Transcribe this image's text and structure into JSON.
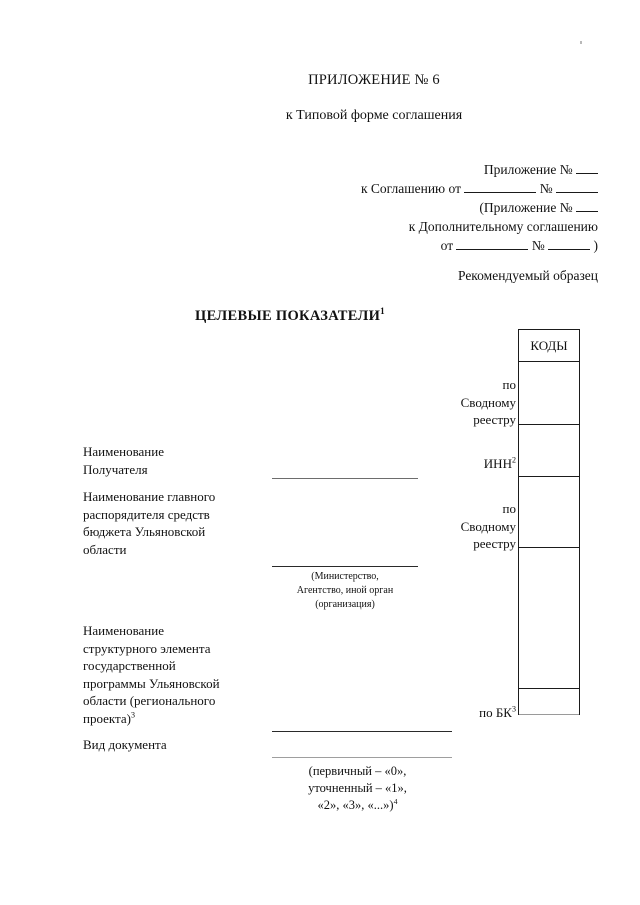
{
  "header": {
    "appendix_title": "ПРИЛОЖЕНИЕ № 6",
    "appendix_subtitle": "к Типовой форме соглашения",
    "ref_line_1_prefix": "Приложение  №",
    "ref_line_2_prefix": "к Соглашению от",
    "ref_line_2_mid": "№",
    "ref_line_3_prefix": "(Приложение №",
    "ref_line_4": "к Дополнительному соглашению",
    "ref_line_5_prefix": "от",
    "ref_line_5_mid": "№",
    "ref_line_5_suffix": ")",
    "recommended_sample": "Рекомендуемый образец"
  },
  "document": {
    "title": "ЦЕЛЕВЫЕ ПОКАЗАТЕЛИ",
    "title_footnote": "1"
  },
  "codes_table": {
    "header_label": "КОДЫ",
    "rows": [
      {
        "value": ""
      },
      {
        "value": ""
      },
      {
        "value": ""
      },
      {
        "value": ""
      },
      {
        "value": ""
      }
    ]
  },
  "fields": {
    "recipient_label": "Наименование\nПолучателя",
    "recipient_label_line1": "Наименование",
    "recipient_label_line2": "Получателя",
    "manager_label_line1": "Наименование главного",
    "manager_label_line2": "распорядителя средств",
    "manager_label_line3": "бюджета Ульяновской",
    "manager_label_line4": "области",
    "manager_note_line1": "(Министерство,",
    "manager_note_line2": "Агентство,  иной орган",
    "manager_note_line3": "(организация)",
    "structural_label_line1": "Наименование",
    "structural_label_line2": "структурного элемента",
    "structural_label_line3": "государственной",
    "structural_label_line4": "программы Ульяновской",
    "structural_label_line5": "области (регионального",
    "structural_label_line6": "проекта)",
    "structural_footnote": "3",
    "doctype_label": "Вид документа",
    "doctype_note_line1": "(первичный – «0»,",
    "doctype_note_line2": "уточненный – «1»,",
    "doctype_note_line3": "«2», «3», «...»)",
    "doctype_footnote": "4"
  },
  "side_labels": {
    "consolidated_registry_1_line1": "по",
    "consolidated_registry_1_line2": "Сводному",
    "consolidated_registry_1_line3": "реестру",
    "inn": "ИНН",
    "inn_footnote": "2",
    "consolidated_registry_2_line1": "по",
    "consolidated_registry_2_line2": "Сводному",
    "consolidated_registry_2_line3": "реестру",
    "by_bk": "по БК",
    "by_bk_footnote": "3"
  },
  "colors": {
    "page_background": "#ffffff",
    "text": "#111111",
    "rule": "#2a2a2a",
    "table_border": "#1b1b1b"
  }
}
